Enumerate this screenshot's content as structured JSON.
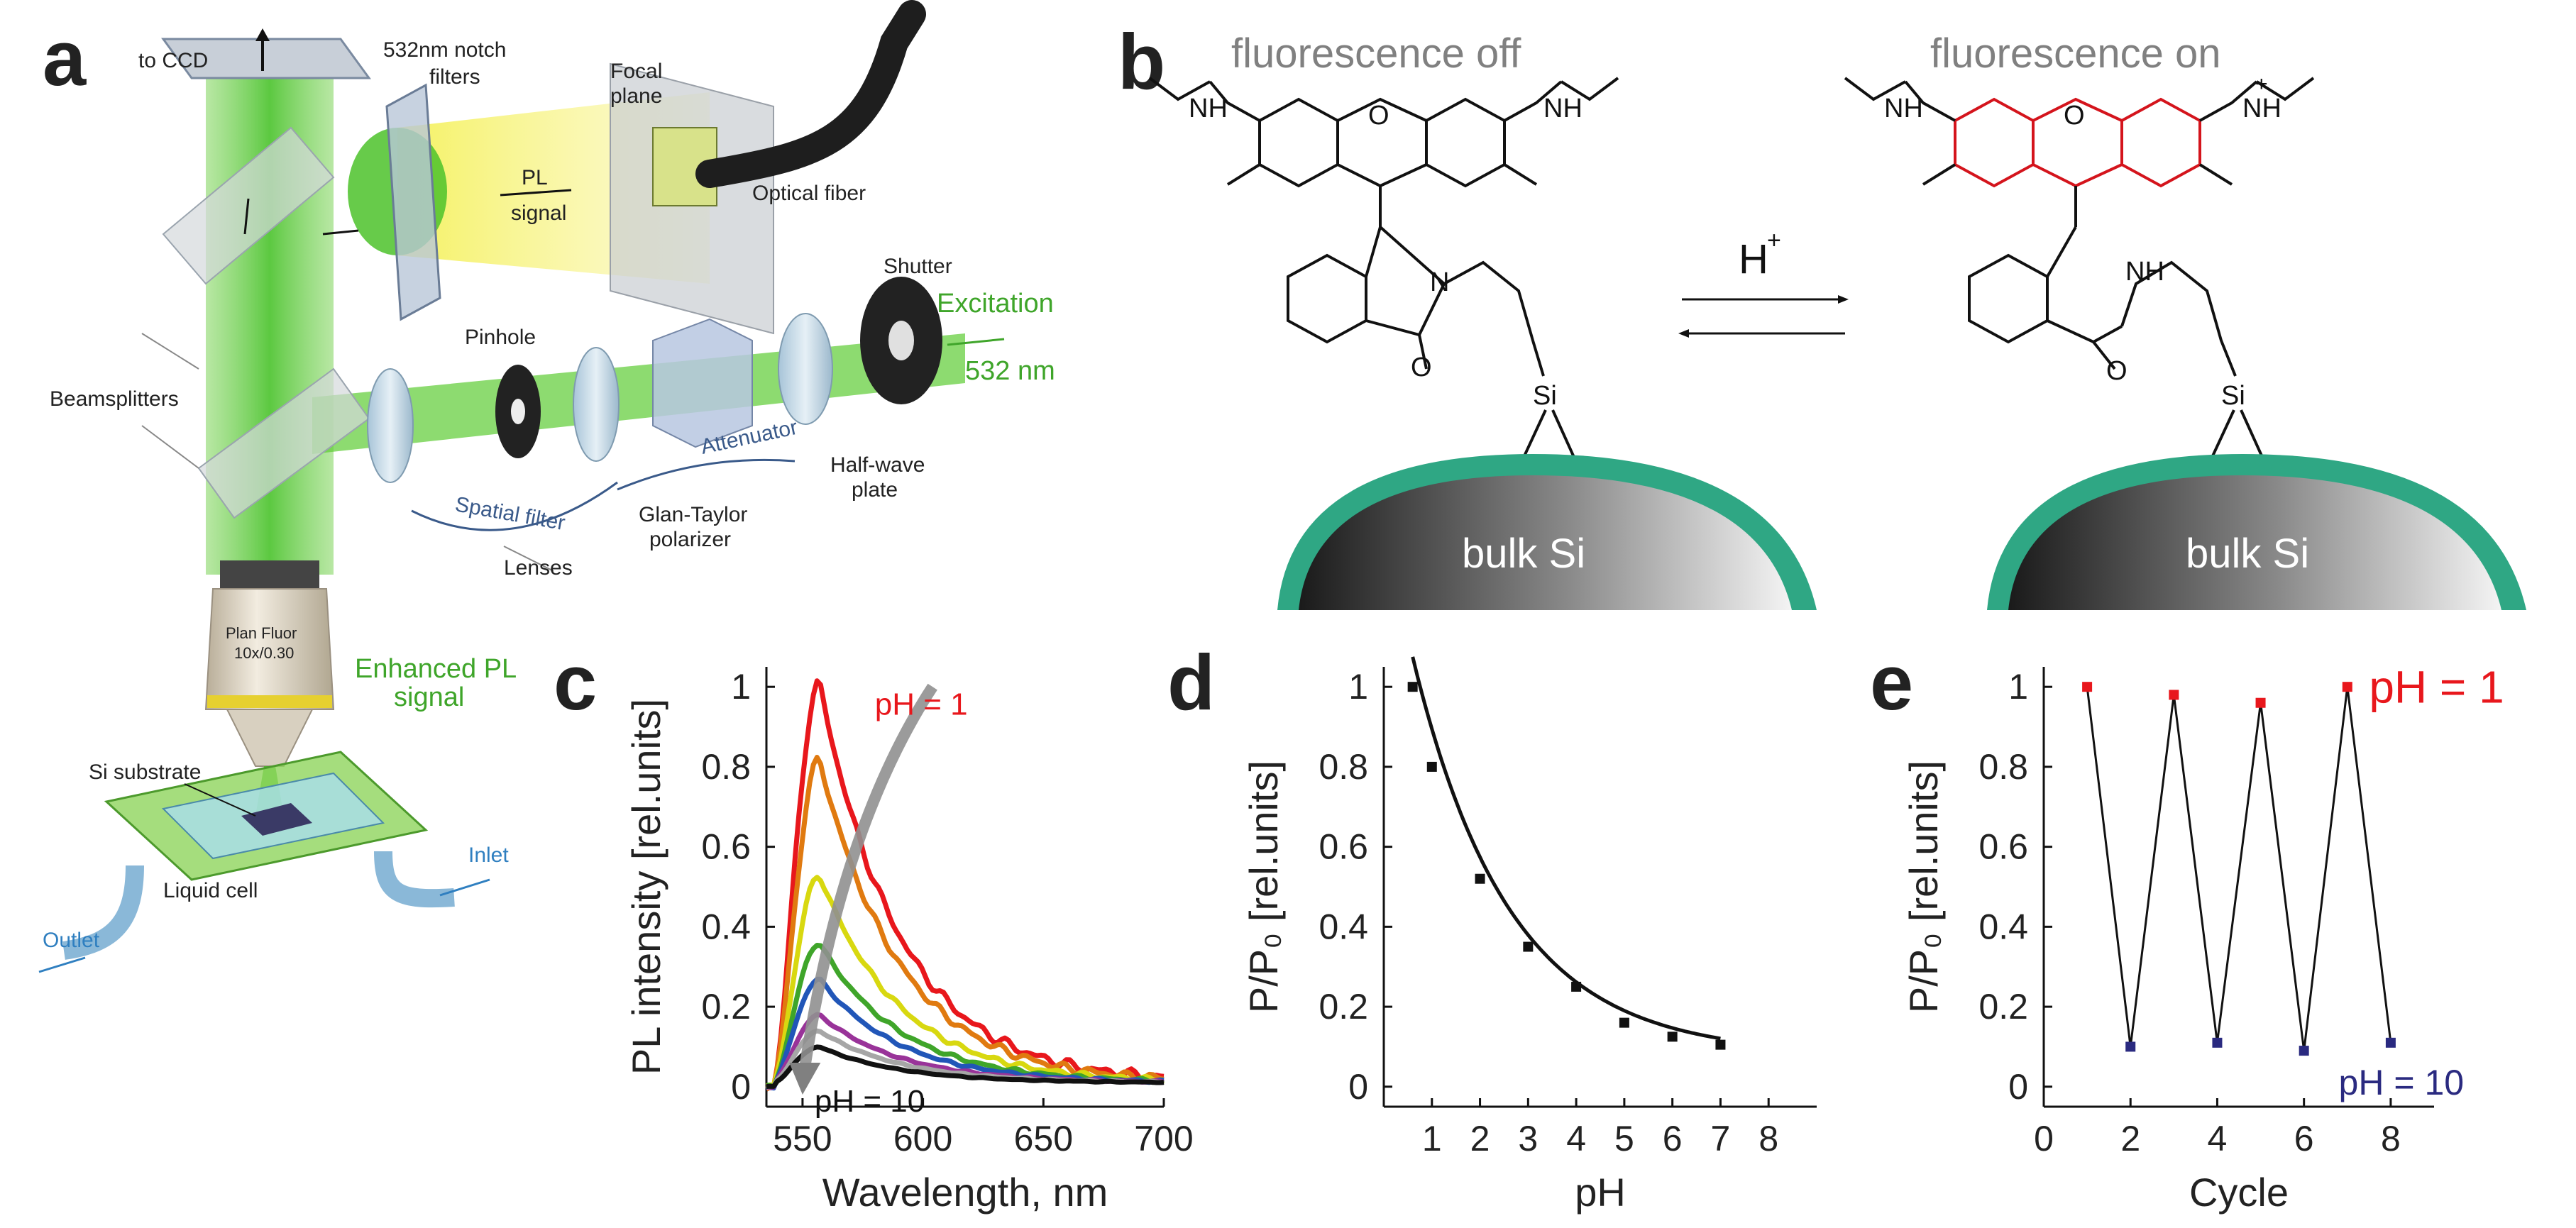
{
  "panels": {
    "a": {
      "letter": "a",
      "labels": {
        "to_ccd": "to CCD",
        "notch_filters_1": "532nm notch",
        "notch_filters_2": "filters",
        "focal_plane_1": "Focal",
        "focal_plane_2": "plane",
        "pl_signal_1": "PL",
        "pl_signal_2": "signal",
        "optical_fiber": "Optical fiber",
        "shutter": "Shutter",
        "excitation": "Excitation",
        "wavelength_532": "532 nm",
        "pinhole": "Pinhole",
        "beamsplitters": "Beamsplitters",
        "attenuator": "Attenuator",
        "spatial_filter": "Spatial filter",
        "half_wave_1": "Half-wave",
        "half_wave_2": "plate",
        "glan_taylor_1": "Glan-Taylor",
        "glan_taylor_2": "polarizer",
        "lenses": "Lenses",
        "objective_1": "Plan Fluor",
        "objective_2": "10x/0.30",
        "enhanced_pl_1": "Enhanced PL",
        "enhanced_pl_2": "signal",
        "si_substrate": "Si substrate",
        "liquid_cell": "Liquid cell",
        "inlet": "Inlet",
        "outlet": "Outlet"
      }
    },
    "b": {
      "letter": "b",
      "title_left": "fluorescence off",
      "title_right": "fluorescence on",
      "atoms": {
        "nh": "NH",
        "o": "O",
        "n": "N",
        "si": "Si",
        "h": "H",
        "plus": "+",
        "nh_plus": "NH"
      },
      "equilibrium_label": "H",
      "equilibrium_sup": "+",
      "bulk_label": "bulk Si"
    },
    "c": {
      "letter": "c",
      "annotation_top": "pH = 1",
      "annotation_bottom": "pH = 10"
    },
    "d": {
      "letter": "d"
    },
    "e": {
      "letter": "e",
      "annotation_top": "pH = 1",
      "annotation_bottom": "pH = 10"
    }
  },
  "chart_data": [
    {
      "id": "c",
      "type": "line",
      "xlabel": "Wavelength, nm",
      "ylabel": "PL intensity [rel.units]",
      "xlim": [
        535,
        700
      ],
      "ylim": [
        -0.05,
        1.05
      ],
      "xticks": [
        550,
        600,
        650,
        700
      ],
      "yticks": [
        0,
        0.2,
        0.4,
        0.6,
        0.8,
        1
      ],
      "series": [
        {
          "peak": 1.0,
          "color": "#e8171c"
        },
        {
          "peak": 0.81,
          "color": "#e07a10"
        },
        {
          "peak": 0.52,
          "color": "#d8d810"
        },
        {
          "peak": 0.35,
          "color": "#3fa52a"
        },
        {
          "peak": 0.26,
          "color": "#2156b8"
        },
        {
          "peak": 0.17,
          "color": "#993399"
        },
        {
          "peak": 0.13,
          "color": "#a6a6a6"
        },
        {
          "peak": 0.09,
          "color": "#111111"
        }
      ]
    },
    {
      "id": "d",
      "type": "scatter",
      "xlabel": "pH",
      "ylabel": "P/P₀ [rel.units]",
      "xlim": [
        0,
        9
      ],
      "ylim": [
        -0.05,
        1.05
      ],
      "xticks": [
        1,
        2,
        3,
        4,
        5,
        6,
        7,
        8
      ],
      "yticks": [
        0,
        0.2,
        0.4,
        0.6,
        0.8,
        1
      ],
      "x": [
        0.6,
        1,
        2,
        3,
        4,
        5,
        6,
        7
      ],
      "y": [
        1.0,
        0.8,
        0.52,
        0.35,
        0.25,
        0.16,
        0.125,
        0.105
      ],
      "fit": true
    },
    {
      "id": "e",
      "type": "line",
      "xlabel": "Cycle",
      "ylabel": "P/P₀ [rel.units]",
      "xlim": [
        0,
        9
      ],
      "ylim": [
        -0.05,
        1.05
      ],
      "xticks": [
        0,
        2,
        4,
        6,
        8
      ],
      "yticks": [
        0,
        0.2,
        0.4,
        0.6,
        0.8,
        1
      ],
      "x": [
        1,
        2,
        3,
        4,
        5,
        6,
        7,
        8
      ],
      "y": [
        1.0,
        0.1,
        0.98,
        0.11,
        0.96,
        0.09,
        1.0,
        0.11
      ],
      "point_colors": [
        "#e8171c",
        "#2a2a80",
        "#e8171c",
        "#2a2a80",
        "#e8171c",
        "#2a2a80",
        "#e8171c",
        "#2a2a80"
      ]
    }
  ]
}
